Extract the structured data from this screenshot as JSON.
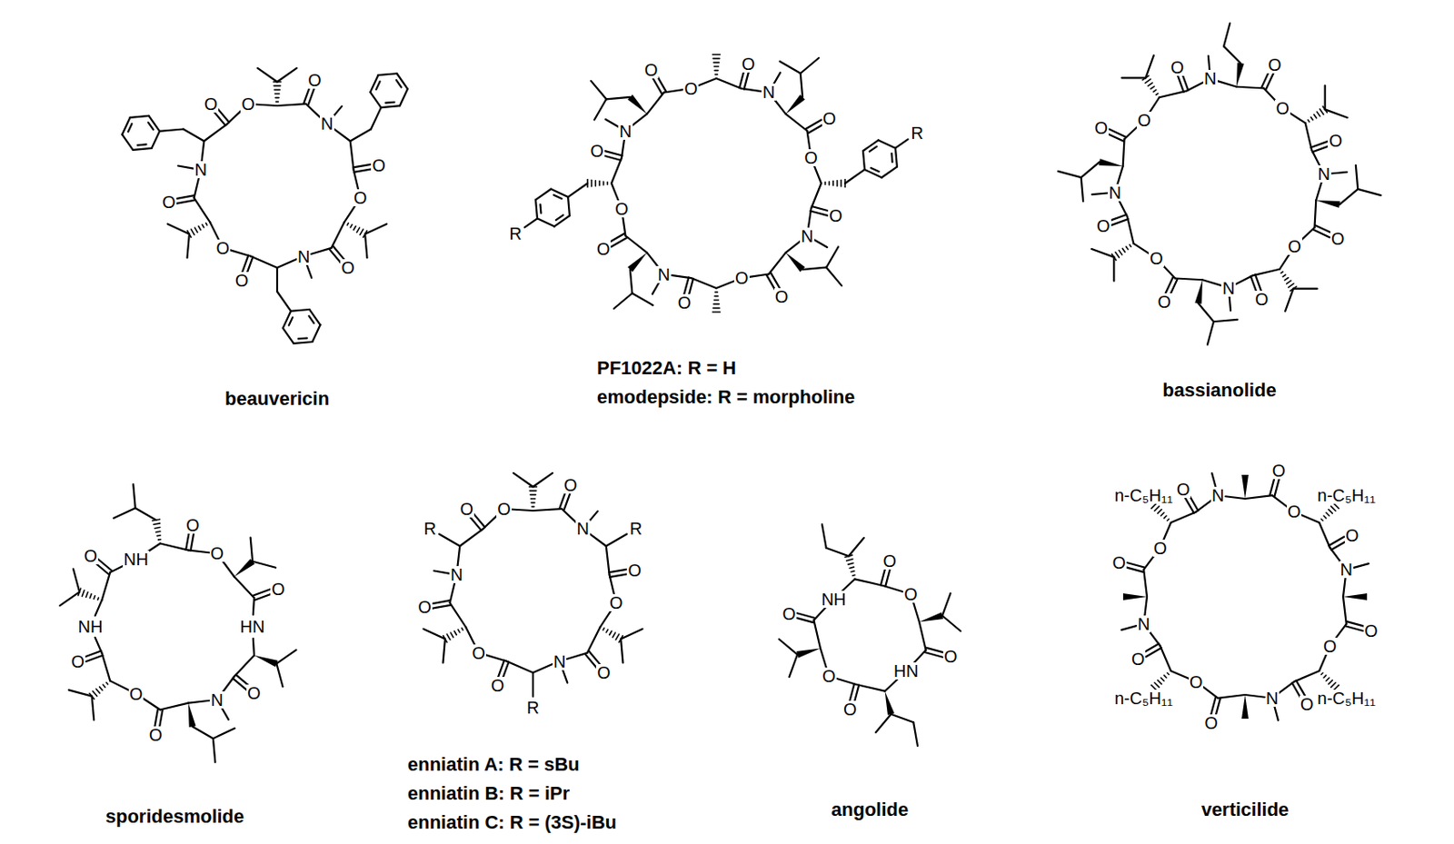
{
  "diagram": {
    "labels": [
      "O",
      "O",
      "N",
      "O",
      "O",
      "O",
      "N",
      "O",
      "O",
      "O",
      "N",
      "O",
      "beauvericin",
      "N",
      "O",
      "O",
      "O",
      "N",
      "O",
      "O",
      "O",
      "R",
      "N",
      "O",
      "O",
      "O",
      "N",
      "O",
      "O",
      "O",
      "R",
      "PF1022A: R = H",
      "emodepside: R = morpholine",
      "N",
      "O",
      "O",
      "O",
      "N",
      "O",
      "O",
      "O",
      "N",
      "O",
      "O",
      "O",
      "N",
      "O",
      "O",
      "O",
      "bassianolide",
      "NH",
      "O",
      "NH",
      "O",
      "O",
      "O",
      "HN",
      "O",
      "N",
      "O",
      "O",
      "O",
      "sporidesmolide",
      "O",
      "O",
      "N",
      "O",
      "R",
      "O",
      "O",
      "N",
      "O",
      "R",
      "O",
      "O",
      "N",
      "O",
      "R",
      "enniatin A: R = sBu",
      "enniatin B: R = iPr",
      "enniatin C: R = (3S)-iBu",
      "O",
      "O",
      "HN",
      "O",
      "O",
      "O",
      "NH",
      "O",
      "angolide",
      "N",
      "O",
      "O",
      "O",
      "n-C₅H₁₁",
      "N",
      "O",
      "O",
      "O",
      "n-C₅H₁₁",
      "N",
      "O",
      "O",
      "O",
      "n-C₅H₁₁",
      "N",
      "O",
      "O",
      "O",
      "n-C₅H₁₁",
      "verticilide"
    ]
  }
}
